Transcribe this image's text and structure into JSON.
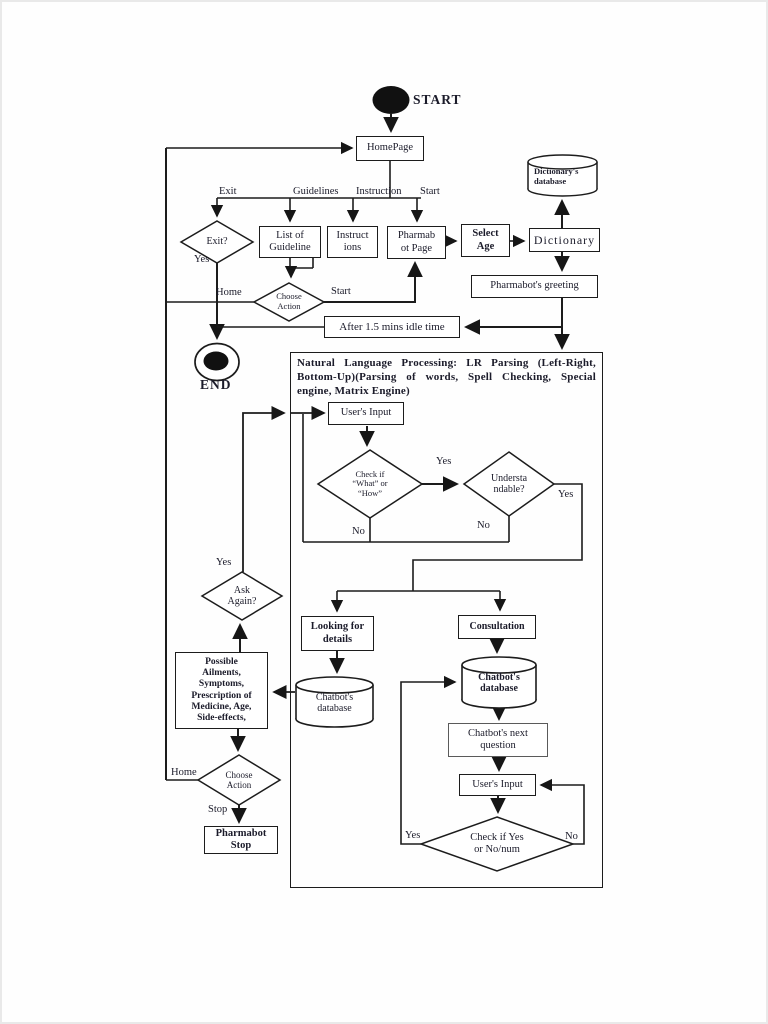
{
  "terminators": {
    "start": "START",
    "end": "END"
  },
  "nodes": {
    "homepage": "HomePage",
    "list_of_guideline": "List of\nGuideline",
    "instructions": "Instruct\nions",
    "pharmabot_page": "Pharmab\not Page",
    "select_age": "Select\nAge",
    "dictionary": "Dictionary",
    "dictionarys_database": "Dictionary's\ndatabase",
    "pharmabots_greeting": "Pharmabot's greeting",
    "after_idle": "After 1.5 mins idle time",
    "nlp_title": "Natural Language Processing: LR Parsing (Left-Right, Bottom-Up)(Parsing of words, Spell Checking, Special engine, Matrix Engine)",
    "users_input_1": "User's Input",
    "looking_for_details": "Looking for\ndetails",
    "consultation": "Consultation",
    "chatbots_database_left": "Chatbot's\ndatabase",
    "chatbots_database_right": "Chatbot's\ndatabase",
    "chatbots_next_question": "Chatbot's next\nquestion",
    "users_input_2": "User's Input",
    "possible_info": "Possible\nAilments,\nSymptoms,\nPrescription of\nMedicine, Age,\nSide-effects,",
    "pharmabot_stop": "Pharmabot\nStop"
  },
  "decisions": {
    "exit_q": "Exit?",
    "choose_action_1": "Choose\nAction",
    "check_what_how": "Check if\n“What” or\n“How”",
    "understandable": "Understa\nndable?",
    "ask_again": "Ask\nAgain?",
    "choose_action_2": "Choose\nAction",
    "check_yes_no": "Check if Yes\nor No/num"
  },
  "edge_labels": {
    "exit": "Exit",
    "guidelines": "Guidelines",
    "instruction": "Instruction",
    "start_top": "Start",
    "yes_exit": "Yes",
    "home_1": "Home",
    "start_mid": "Start",
    "yes_check": "Yes",
    "no_check": "No",
    "no_understandable": "No",
    "yes_understandable": "Yes",
    "yes_ask_again": "Yes",
    "home_2": "Home",
    "stop": "Stop",
    "yes_bottom": "Yes",
    "no_bottom": "No"
  },
  "colors": {
    "ink": "#1c1c1c",
    "paper": "#fefefe"
  }
}
